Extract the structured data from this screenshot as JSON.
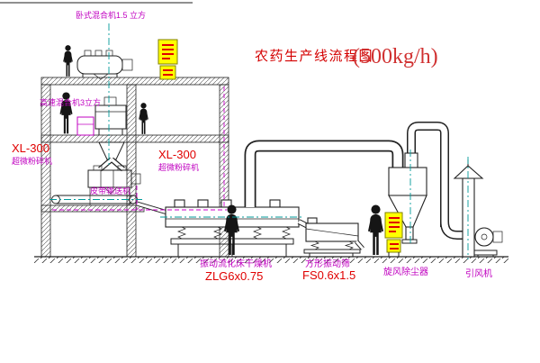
{
  "title": {
    "name": "农药生产线流程图",
    "capacity": "(500kg/h)"
  },
  "equipment_labels": {
    "horizontal_mixer": "卧式混合机1.5 立方",
    "high_speed_mixer": "高速混合机3立方",
    "pulverizer_left": {
      "model": "XL-300",
      "name": "超微粉碎机"
    },
    "pulverizer_center": {
      "model": "XL-300",
      "name": "超微粉碎机"
    },
    "belt_conveyor": "皮带输送机",
    "fluid_bed_dryer": {
      "name": "振动流化床干燥机",
      "model": "ZLG6x0.75"
    },
    "vibrating_screen": {
      "name": "方形振动筛",
      "model": "FS0.6x1.5"
    },
    "cyclone_dust_collector": "旋风除尘器",
    "induced_draft_fan": "引风机"
  },
  "colors": {
    "label_magenta": "#c000c0",
    "label_red": "#e00000",
    "title_red": "#d40000",
    "line_black": "#222222",
    "centerline_cyan": "#009a9a",
    "dashed_magenta": "#cc00cc",
    "panel_yellow": "#ffff00",
    "panel_border": "#808000",
    "background": "#ffffff"
  }
}
